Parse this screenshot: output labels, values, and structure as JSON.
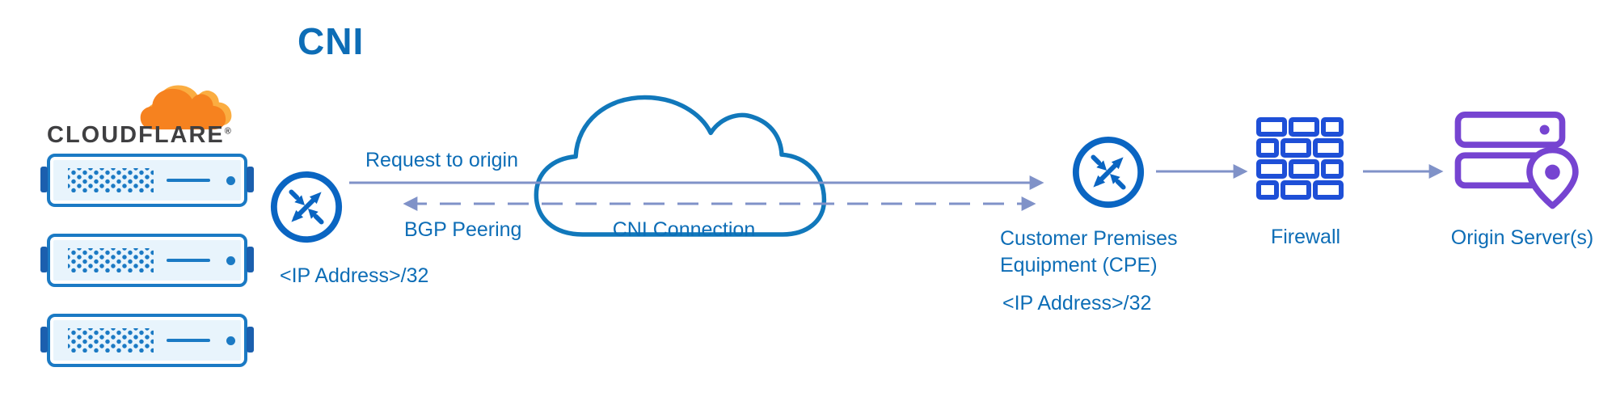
{
  "diagram": {
    "title": "CNI",
    "brand": {
      "name": "CLOUDFLARE",
      "registered": "®"
    },
    "labels": {
      "request_to_origin": "Request to origin",
      "bgp_peering": "BGP Peering",
      "cni_connection": "CNI Connection",
      "cf_router_ip": "<IP Address>/32",
      "cpe_line1": "Customer Premises",
      "cpe_line2": "Equipment (CPE)",
      "cpe_ip": "<IP Address>/32",
      "firewall": "Firewall",
      "origin": "Origin Server(s)"
    },
    "colors": {
      "label_blue": "#0d6db6",
      "router_blue": "#0a65c2",
      "cloud_blue": "#1178bb",
      "server_blue": "#1b7ac4",
      "firewall_blue": "#1e4fd7",
      "origin_purple": "#7644d1",
      "arrow_blue": "#8092c8",
      "logo_orange": "#f6821f",
      "logo_orange_light": "#fbad41"
    },
    "server_count": 3
  }
}
